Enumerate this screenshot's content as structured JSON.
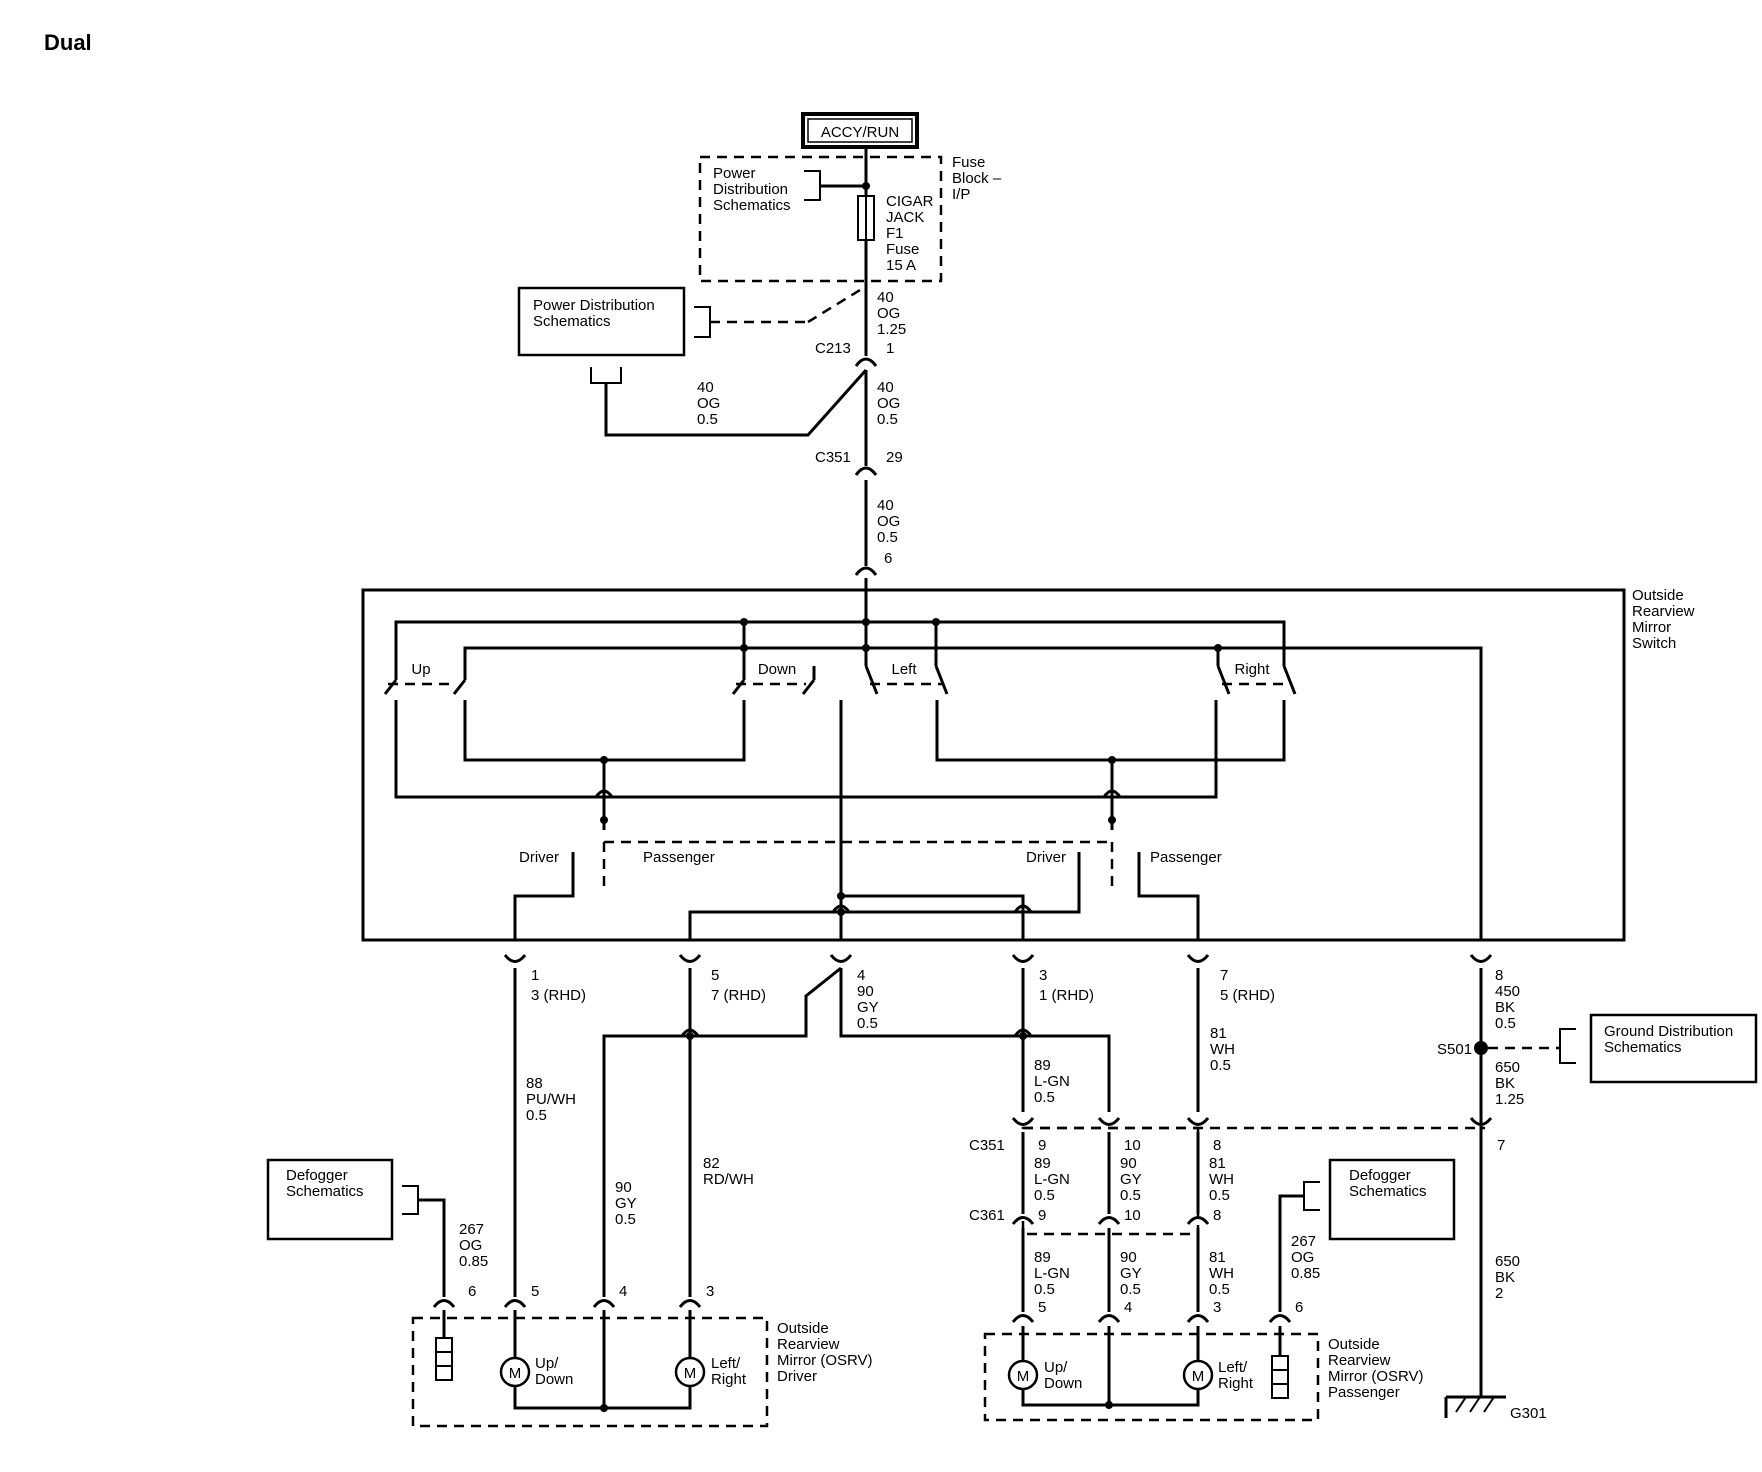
{
  "title": "Dual",
  "power": {
    "source": "ACCY/RUN",
    "power_dist_1": [
      "Power",
      "Distribution",
      "Schematics"
    ],
    "fuse_block": [
      "Fuse",
      "Block –",
      "I/P"
    ],
    "fuse": [
      "CIGAR",
      "JACK",
      "F1",
      "Fuse",
      "15 A"
    ],
    "power_dist_2": [
      "Power Distribution",
      "Schematics"
    ]
  },
  "wires": {
    "w40_og_125": [
      "40",
      "OG",
      "1.25"
    ],
    "w40_og_05_left": [
      "40",
      "OG",
      "0.5"
    ],
    "w40_og_05_mid": [
      "40",
      "OG",
      "0.5"
    ],
    "w40_og_05_lower": [
      "40",
      "OG",
      "0.5"
    ],
    "w90_gy_05_pin4": [
      "90",
      "GY",
      "0.5"
    ],
    "w450_bk_05": [
      "450",
      "BK",
      "0.5"
    ],
    "w650_bk_125": [
      "650",
      "BK",
      "1.25"
    ],
    "w88_pu_wh": [
      "88",
      "PU/WH",
      "0.5"
    ],
    "w90_gy_drv": [
      "90",
      "GY",
      "0.5"
    ],
    "w82_rd_wh": [
      "82",
      "RD/WH"
    ],
    "w89_lgn_a": [
      "89",
      "L-GN",
      "0.5"
    ],
    "w81_wh_a": [
      "81",
      "WH",
      "0.5"
    ],
    "w89_lgn_b": [
      "89",
      "L-GN",
      "0.5"
    ],
    "w90_gy_b": [
      "90",
      "GY",
      "0.5"
    ],
    "w81_wh_b": [
      "81",
      "WH",
      "0.5"
    ],
    "w89_lgn_c": [
      "89",
      "L-GN",
      "0.5"
    ],
    "w90_gy_c": [
      "90",
      "GY",
      "0.5"
    ],
    "w81_wh_c": [
      "81",
      "WH",
      "0.5"
    ],
    "w267_og_l": [
      "267",
      "OG",
      "0.85"
    ],
    "w267_og_r": [
      "267",
      "OG",
      "0.85"
    ],
    "w650_bk_2": [
      "650",
      "BK",
      "2"
    ]
  },
  "connectors": {
    "c213": "C213",
    "c213_pin": "1",
    "c351_top": "C351",
    "c351_top_pin": "29",
    "switch_in_pin": "6",
    "c351_mid": "C351",
    "c361": "C361",
    "s501": "S501",
    "g301": "G301",
    "c351_pins": [
      "9",
      "10",
      "8"
    ],
    "c361_pins": [
      "9",
      "10",
      "8"
    ],
    "ground_pin": "7"
  },
  "switch": {
    "title": [
      "Outside",
      "Rearview",
      "Mirror",
      "Switch"
    ],
    "up": "Up",
    "down": "Down",
    "left": "Left",
    "right": "Right",
    "driver_1": "Driver",
    "passenger_1": "Passenger",
    "driver_2": "Driver",
    "passenger_2": "Passenger",
    "out_pins": [
      {
        "pin": "1",
        "rhd": "3 (RHD)"
      },
      {
        "pin": "5",
        "rhd": "7 (RHD)"
      },
      {
        "pin": "4",
        "rhd": ""
      },
      {
        "pin": "3",
        "rhd": "1 (RHD)"
      },
      {
        "pin": "7",
        "rhd": "5 (RHD)"
      },
      {
        "pin": "8",
        "rhd": ""
      }
    ]
  },
  "driver_mirror": {
    "title": [
      "Outside",
      "Rearview",
      "Mirror (OSRV)",
      "Driver"
    ],
    "pins": [
      "6",
      "5",
      "4",
      "3"
    ],
    "motor_label": "M",
    "updown": [
      "Up/",
      "Down"
    ],
    "leftright": [
      "Left/",
      "Right"
    ]
  },
  "passenger_mirror": {
    "title": [
      "Outside",
      "Rearview",
      "Mirror (OSRV)",
      "Passenger"
    ],
    "pins": [
      "5",
      "4",
      "3",
      "6"
    ],
    "motor_label": "M",
    "updown": [
      "Up/",
      "Down"
    ],
    "leftright": [
      "Left/",
      "Right"
    ]
  },
  "ground_dist": [
    "Ground Distribution",
    "Schematics"
  ],
  "defogger_left": [
    "Defogger",
    "Schematics"
  ],
  "defogger_right": [
    "Defogger",
    "Schematics"
  ]
}
